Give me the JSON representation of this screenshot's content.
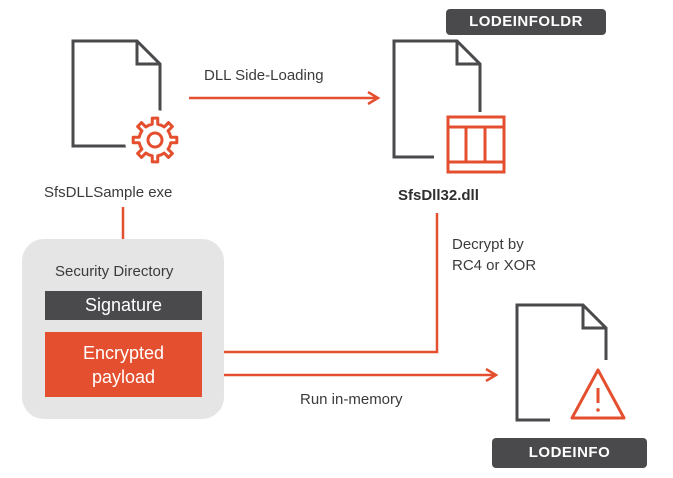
{
  "colors": {
    "accent": "#e4502f",
    "dark": "#4a4a4c",
    "panel": "#e5e5e6",
    "text": "#3b3b3b"
  },
  "badges": {
    "loader": "LODEINFOLDR",
    "payload": "LODEINFO"
  },
  "files": {
    "executable": {
      "label": "SfsDLLSample exe",
      "icon": "gear-icon"
    },
    "dll": {
      "label": "SfsDll32.dll",
      "icon": "dll-blocks-icon"
    },
    "malware": {
      "icon": "warning-icon"
    }
  },
  "edges": {
    "side_loading": "DLL Side-Loading",
    "decrypt_line1": "Decrypt by",
    "decrypt_line2": "RC4 or XOR",
    "run": "Run in-memory"
  },
  "security_directory": {
    "title": "Security Directory",
    "signature": "Signature",
    "encrypted_line1": "Encrypted",
    "encrypted_line2": "payload"
  }
}
